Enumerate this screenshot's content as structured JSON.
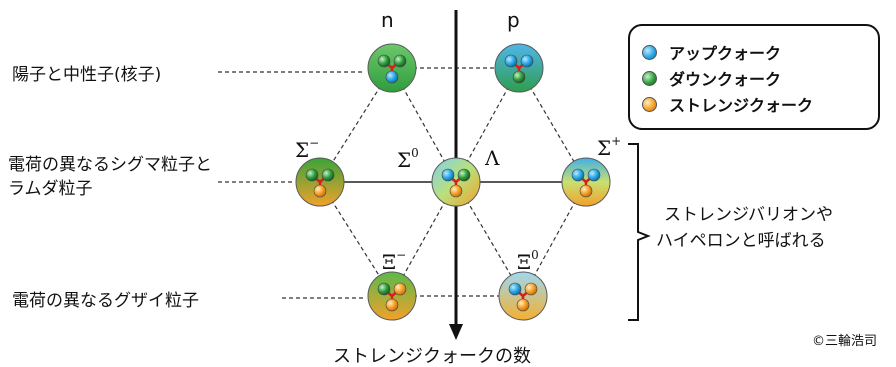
{
  "axis": {
    "n_label": "n",
    "p_label": "p",
    "bottom_label": "ストレンジクォークの数"
  },
  "particles": {
    "sigma_minus": "Σ",
    "sigma_minus_sup": "−",
    "sigma_zero": "Σ",
    "sigma_zero_sup": "0",
    "lambda": "Λ",
    "sigma_plus": "Σ",
    "sigma_plus_sup": "+",
    "xi_minus": "Ξ",
    "xi_minus_sup": "−",
    "xi_zero": "Ξ",
    "xi_zero_sup": "0"
  },
  "left_labels": {
    "nucleon": "陽子と中性子(核子)",
    "sigma_lambda_line1": "電荷の異なるシグマ粒子と",
    "sigma_lambda_line2": "ラムダ粒子",
    "xi": "電荷の異なるグザイ粒子"
  },
  "right_label": {
    "line1": "ストレンジバリオンや",
    "line2": "ハイペロンと呼ばれる"
  },
  "legend": {
    "up": "アップクォーク",
    "down": "ダウンクォーク",
    "strange": "ストレンジクォーク"
  },
  "colors": {
    "up": "#29a8e6",
    "down": "#2e9e3e",
    "strange": "#f5a02a",
    "bond": "#d62020"
  },
  "copyright": "©三輪浩司"
}
